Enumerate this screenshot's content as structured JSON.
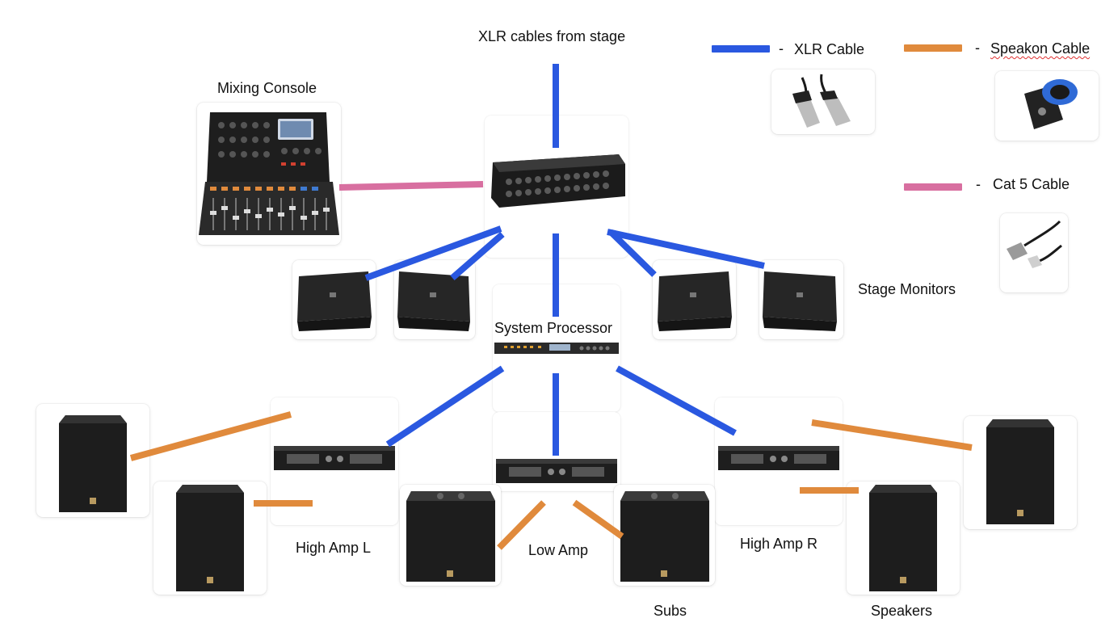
{
  "colors": {
    "xlr": "#2a58e0",
    "speakon": "#e08a3c",
    "cat5": "#d86fa0",
    "device_dark": "#1b1b1b",
    "device_face": "#2a2a2a"
  },
  "labels": {
    "xlr_from_stage": "XLR cables from stage",
    "mixing_console": "Mixing Console",
    "stage_monitors": "Stage Monitors",
    "system_processor": "System Processor",
    "high_amp_l": "High Amp L",
    "low_amp": "Low Amp",
    "high_amp_r": "High Amp R",
    "subs": "Subs",
    "speakers": "Speakers"
  },
  "legend": {
    "dash": "-",
    "xlr": "XLR Cable",
    "speakon": "Speakon Cable",
    "cat5": "Cat 5 Cable"
  },
  "icons": [
    "xlr-connector-icon",
    "speakon-connector-icon",
    "cat5-connector-icon"
  ],
  "cables": [
    {
      "type": "xlr",
      "from": "stage",
      "to": "stagebox"
    },
    {
      "type": "cat5",
      "from": "mixing-console",
      "to": "stagebox"
    },
    {
      "type": "xlr",
      "from": "stagebox",
      "to": "monitor-1"
    },
    {
      "type": "xlr",
      "from": "stagebox",
      "to": "monitor-2"
    },
    {
      "type": "xlr",
      "from": "stagebox",
      "to": "monitor-3"
    },
    {
      "type": "xlr",
      "from": "stagebox",
      "to": "monitor-4"
    },
    {
      "type": "xlr",
      "from": "stagebox",
      "to": "system-processor"
    },
    {
      "type": "xlr",
      "from": "system-processor",
      "to": "high-amp-l"
    },
    {
      "type": "xlr",
      "from": "system-processor",
      "to": "low-amp"
    },
    {
      "type": "xlr",
      "from": "system-processor",
      "to": "high-amp-r"
    },
    {
      "type": "speakon",
      "from": "high-amp-l",
      "to": "speaker-l-outer"
    },
    {
      "type": "speakon",
      "from": "high-amp-l",
      "to": "speaker-l-inner"
    },
    {
      "type": "speakon",
      "from": "low-amp",
      "to": "sub-left"
    },
    {
      "type": "speakon",
      "from": "low-amp",
      "to": "sub-right"
    },
    {
      "type": "speakon",
      "from": "high-amp-r",
      "to": "speaker-r-outer"
    },
    {
      "type": "speakon",
      "from": "high-amp-r",
      "to": "speaker-r-inner"
    }
  ]
}
